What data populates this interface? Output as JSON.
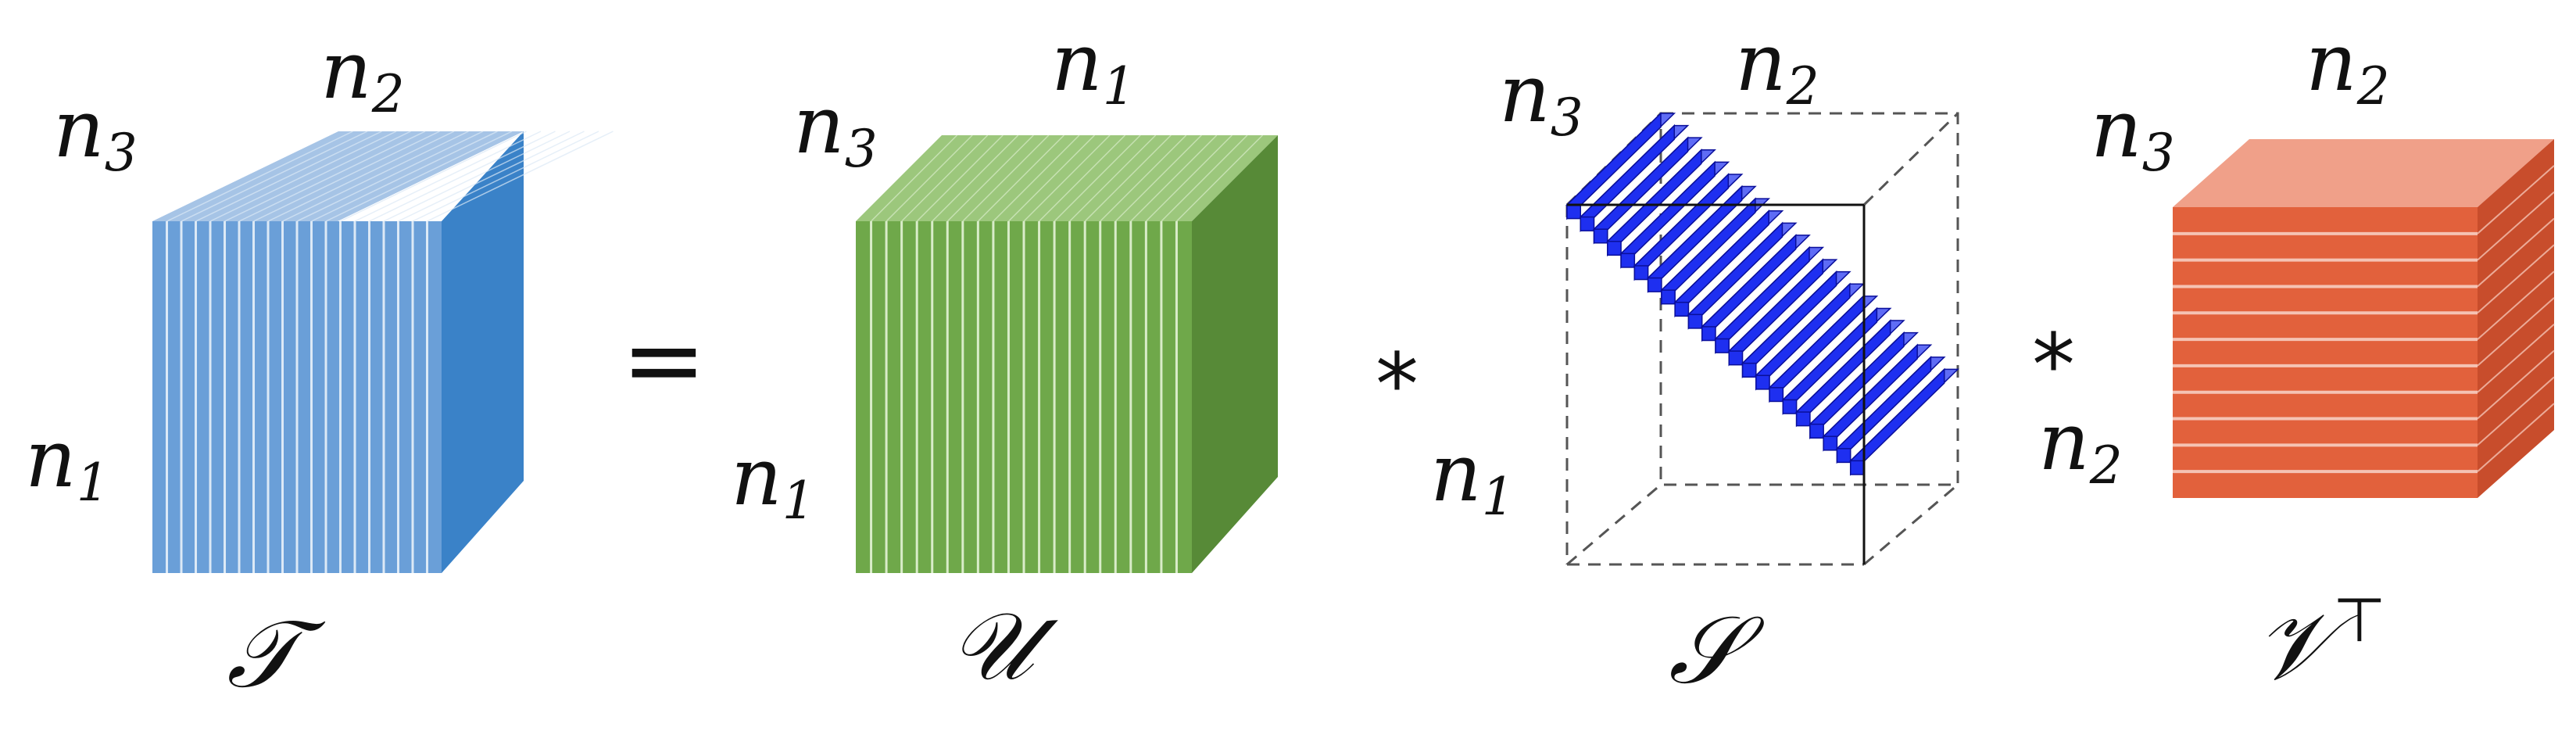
{
  "labels": {
    "T": {
      "name": "𝒯",
      "dim_top": "n",
      "dim_top_sub": "2",
      "dim_depth": "n",
      "dim_depth_sub": "3",
      "dim_left": "n",
      "dim_left_sub": "1"
    },
    "U": {
      "name": "𝒰",
      "dim_top": "n",
      "dim_top_sub": "1",
      "dim_depth": "n",
      "dim_depth_sub": "3",
      "dim_left": "n",
      "dim_left_sub": "1"
    },
    "S": {
      "name": "𝒮",
      "dim_top": "n",
      "dim_top_sub": "2",
      "dim_depth": "n",
      "dim_depth_sub": "3",
      "dim_left": "n",
      "dim_left_sub": "1"
    },
    "V": {
      "name": "𝒱",
      "superscript": "⊤",
      "dim_top": "n",
      "dim_top_sub": "2",
      "dim_depth": "n",
      "dim_depth_sub": "3",
      "dim_left": "n",
      "dim_left_sub": "2"
    }
  },
  "operators": {
    "equals": "=",
    "star1": "*",
    "star2": "*"
  },
  "colors": {
    "t_front": "#6a9fd8",
    "t_top": "#a6c4e6",
    "t_side": "#3a82c8",
    "t_line": "#dce9f6",
    "u_front": "#6fa84a",
    "u_top": "#9cc77c",
    "u_side": "#578a37",
    "u_line": "#d9ecc9",
    "s_front": "#1e2ff0",
    "s_top": "#5f6cf5",
    "s_edge": "#0a0f9a",
    "v_front": "#e2613c",
    "v_top": "#f0a089",
    "v_side": "#c84d2c",
    "v_line": "#f5c3b4",
    "dash": "#555555"
  }
}
